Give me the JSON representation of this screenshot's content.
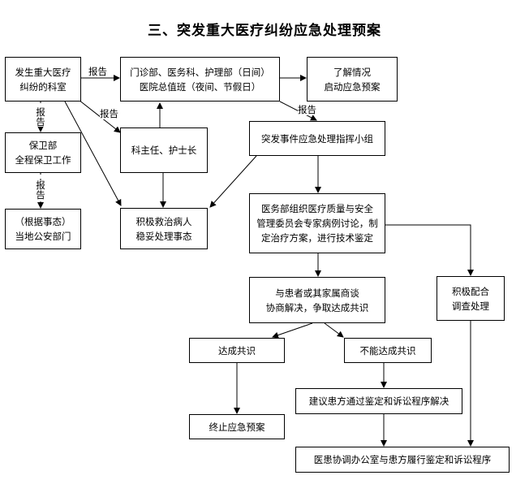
{
  "title": "三、突发重大医疗纠纷应急处理预案",
  "nodes": {
    "dept": [
      "发生重大医疗",
      "纠纷的科室"
    ],
    "office": [
      "门诊部、医务科、护理部（日间）",
      "医院总值班（夜间、节假日）"
    ],
    "understand": [
      "了解情况",
      "启动应急预案"
    ],
    "security": [
      "保卫部",
      "全程保卫工作"
    ],
    "director": [
      "科主任、护士长"
    ],
    "command": [
      "突发事件应急处理指挥小组"
    ],
    "police": [
      "（根据事态）",
      "当地公安部门"
    ],
    "rescue": [
      "积极救治病人",
      "稳妥处理事态"
    ],
    "medical": [
      "医务部组织医疗质量与安全",
      "管理委员会专家病例讨论，制",
      "定治疗方案，进行技术鉴定"
    ],
    "negotiate": [
      "与患者或其家属商谈",
      "协商解决，争取达成共识"
    ],
    "cooperate": [
      "积极配合",
      "调查处理"
    ],
    "consensus": [
      "达成共识"
    ],
    "noconsensus": [
      "不能达成共识"
    ],
    "suggest": [
      "建议患方通过鉴定和诉讼程序解决"
    ],
    "terminate": [
      "终止应急预案"
    ],
    "final": [
      "医患协调办公室与患方履行鉴定和诉讼程序"
    ]
  },
  "labels": {
    "report_top": "报告",
    "report_mid": "报告",
    "report_right": "报告",
    "report_v1": "报告",
    "report_v2": "报告"
  }
}
